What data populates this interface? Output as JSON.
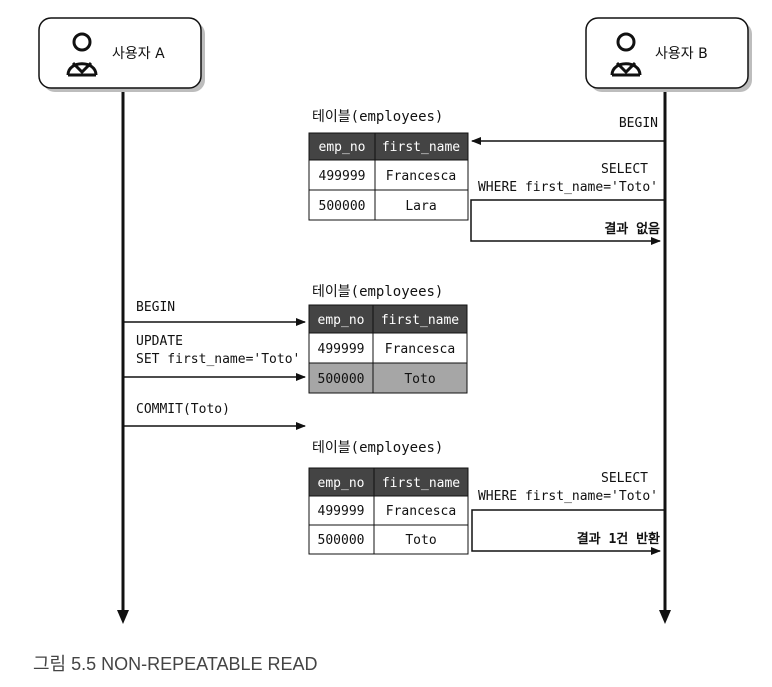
{
  "actors": {
    "a": {
      "label": "사용자 A"
    },
    "b": {
      "label": "사용자 B"
    }
  },
  "colors": {
    "header_fill": "#444444",
    "highlight_fill": "#a6a6a6",
    "line": "#111111"
  },
  "tables": [
    {
      "title": "테이블(employees)",
      "headers": [
        "emp_no",
        "first_name"
      ],
      "rows": [
        [
          "499999",
          "Francesca"
        ],
        [
          "500000",
          "Lara"
        ]
      ],
      "highlight_row": -1
    },
    {
      "title": "테이블(employees)",
      "headers": [
        "emp_no",
        "first_name"
      ],
      "rows": [
        [
          "499999",
          "Francesca"
        ],
        [
          "500000",
          "Toto"
        ]
      ],
      "highlight_row": 1
    },
    {
      "title": "테이블(employees)",
      "headers": [
        "emp_no",
        "first_name"
      ],
      "rows": [
        [
          "499999",
          "Francesca"
        ],
        [
          "500000",
          "Toto"
        ]
      ],
      "highlight_row": -1
    }
  ],
  "messages": {
    "b_begin": "BEGIN",
    "b_select1_l1": "SELECT",
    "b_select1_l2": "WHERE first_name='Toto'",
    "b_result1": "결과 없음",
    "a_begin": "BEGIN",
    "a_update_l1": "UPDATE",
    "a_update_l2": "SET first_name='Toto'",
    "a_commit": "COMMIT(Toto)",
    "b_select2_l1": "SELECT",
    "b_select2_l2": "WHERE first_name='Toto'",
    "b_result2": "결과 1건 반환"
  },
  "caption": "그림 5.5 NON-REPEATABLE READ"
}
